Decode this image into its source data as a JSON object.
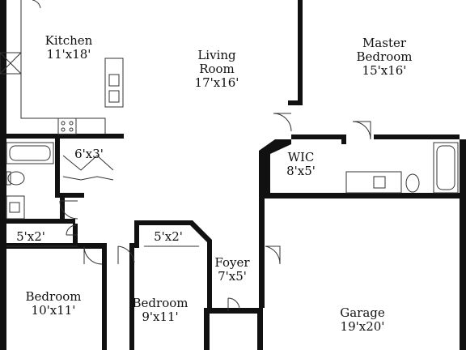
{
  "floorplan": {
    "rooms": [
      {
        "key": "kitchen",
        "name": "Kitchen",
        "dims": "11'x18'"
      },
      {
        "key": "living",
        "name": "Living Room",
        "dims": "17'x16'"
      },
      {
        "key": "master",
        "name": "Master Bedroom",
        "dims": "15'x16'"
      },
      {
        "key": "closet",
        "name": "",
        "dims": "6'x3'"
      },
      {
        "key": "wic",
        "name": "WIC",
        "dims": "8'x5'"
      },
      {
        "key": "bath-left",
        "name": "",
        "dims": "5'x2'"
      },
      {
        "key": "bath-mid",
        "name": "",
        "dims": "5'x2'"
      },
      {
        "key": "foyer",
        "name": "Foyer",
        "dims": "7'x5'"
      },
      {
        "key": "bedroom-1",
        "name": "Bedroom",
        "dims": "10'x11'"
      },
      {
        "key": "bedroom-2",
        "name": "Bedroom",
        "dims": "9'x11'"
      },
      {
        "key": "garage",
        "name": "Garage",
        "dims": "19'x20'"
      }
    ]
  }
}
